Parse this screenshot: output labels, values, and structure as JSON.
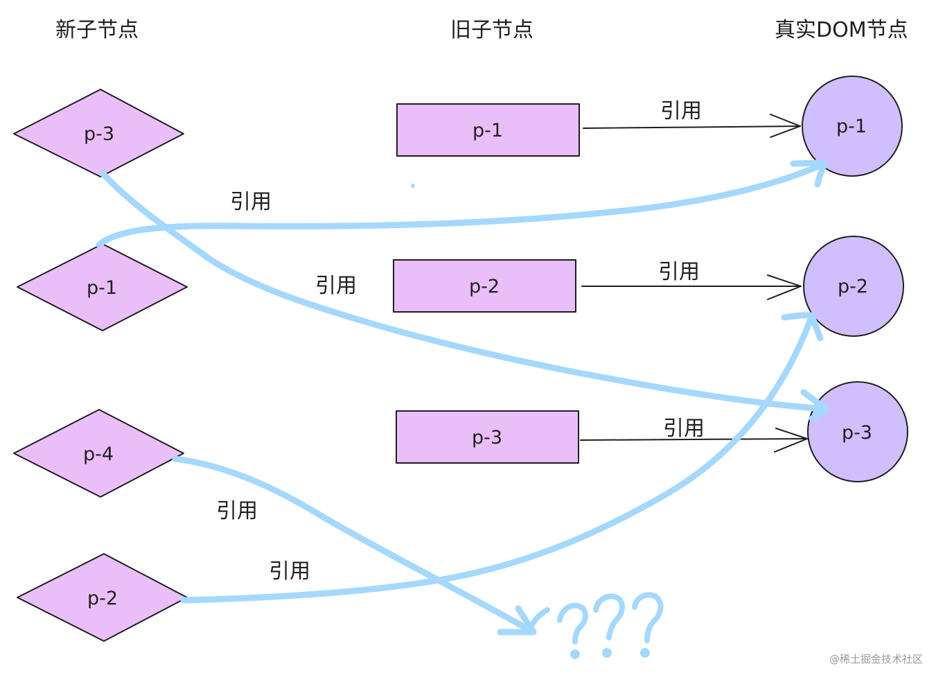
{
  "headers": {
    "new_children": "新子节点",
    "old_children": "旧子节点",
    "real_dom": "真实DOM节点"
  },
  "new_nodes": [
    "p-3",
    "p-1",
    "p-4",
    "p-2"
  ],
  "old_nodes": [
    "p-1",
    "p-2",
    "p-3"
  ],
  "dom_nodes": [
    "p-1",
    "p-2",
    "p-3"
  ],
  "labels": {
    "old_p1_ref": "引用",
    "old_p2_ref": "引用",
    "old_p3_ref": "引用",
    "new_p1_ref": "引用",
    "new_p3_ref": "引用",
    "new_p4_ref": "引用",
    "new_p2_ref": "引用"
  },
  "unknown_marks": "???",
  "watermark": "@稀土掘金技术社区",
  "colors": {
    "diamond_fill": "#eabff9",
    "rect_fill": "#eabff9",
    "circle_fill": "#d0bfff",
    "stroke": "#1e1e1e",
    "blue_arrow": "#a5d8ff"
  },
  "icons": [
    "arrow-head-icon",
    "question-mark-icon"
  ]
}
